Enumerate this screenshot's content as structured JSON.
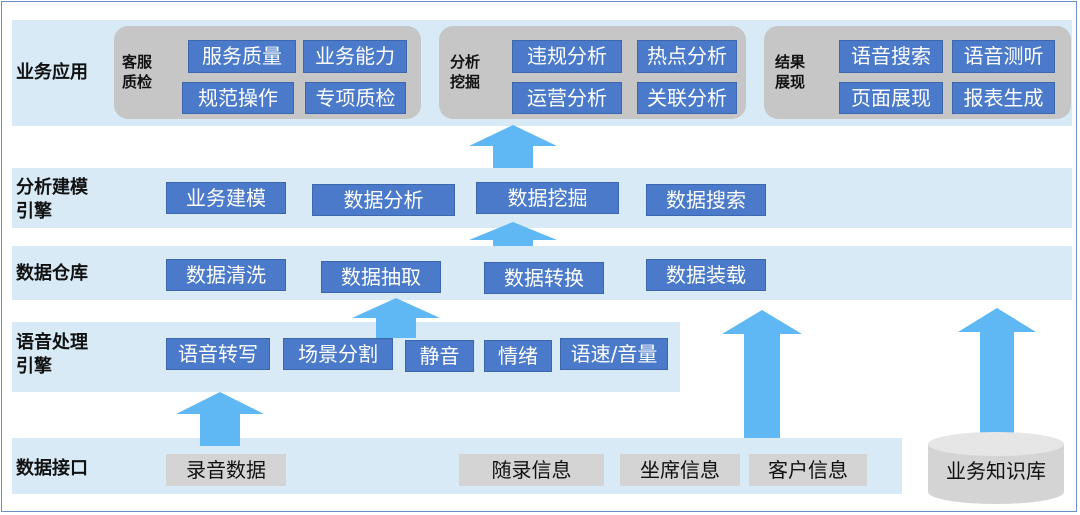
{
  "layers": {
    "app": "业务应用",
    "model_line1": "分析建模",
    "model_line2": "引擎",
    "warehouse": "数据仓库",
    "speech_line1": "语音处理",
    "speech_line2": "引擎",
    "interface": "数据接口"
  },
  "app_groups": {
    "qc": {
      "line1": "客服",
      "line2": "质检",
      "items": [
        "服务质量",
        "业务能力",
        "规范操作",
        "专项质检"
      ]
    },
    "mining": {
      "line1": "分析",
      "line2": "挖掘",
      "items": [
        "违规分析",
        "热点分析",
        "运营分析",
        "关联分析"
      ]
    },
    "result": {
      "line1": "结果",
      "line2": "展现",
      "items": [
        "语音搜索",
        "语音测听",
        "页面展现",
        "报表生成"
      ]
    }
  },
  "model_items": [
    "业务建模",
    "数据分析",
    "数据挖掘",
    "数据搜索"
  ],
  "warehouse_items": [
    "数据清洗",
    "数据抽取",
    "数据转换",
    "数据装载"
  ],
  "speech_items": [
    "语音转写",
    "场景分割",
    "静音",
    "情绪",
    "语速/音量"
  ],
  "interface_items": [
    "录音数据",
    "随录信息",
    "坐席信息",
    "客户信息"
  ],
  "knowledge_base": "业务知识库",
  "colors": {
    "band": "#d7eaf6",
    "box_blue": "#4a7ac9",
    "group_gray": "#c6c6c6",
    "arrow": "#5fb8f4"
  }
}
